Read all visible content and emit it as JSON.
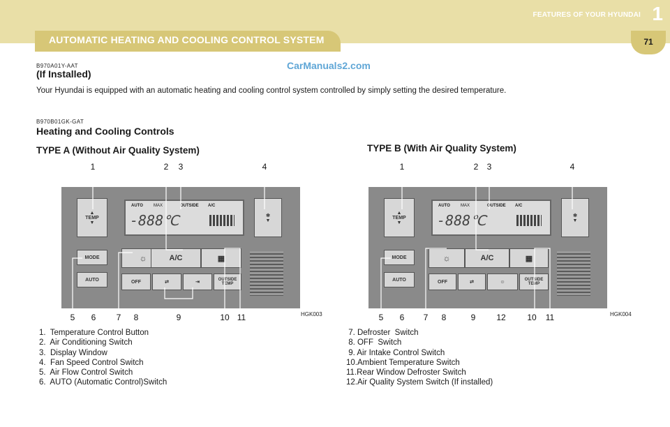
{
  "header": {
    "section_label": "FEATURES OF YOUR HYUNDAI",
    "section_number": "1",
    "page_number": "71",
    "title": "AUTOMATIC HEATING AND COOLING CONTROL SYSTEM"
  },
  "watermark": "CarManuals2.com",
  "intro": {
    "code": "B970A01Y-AAT",
    "heading": "(If Installed)",
    "text": "Your Hyundai is equipped with an automatic heating and cooling control system controlled by simply setting the desired temperature."
  },
  "controls": {
    "code": "B970B01GK-GAT",
    "heading": "Heating and Cooling Controls"
  },
  "type_a": {
    "title": "TYPE A (Without Air Quality System)",
    "figure": "HGK003",
    "top_numbers": [
      "1",
      "2",
      "3",
      "4"
    ],
    "bottom_numbers": [
      "5",
      "6",
      "7",
      "8",
      "9",
      "10",
      "11"
    ]
  },
  "type_b": {
    "title": "TYPE B (With Air Quality System)",
    "figure": "HGK004",
    "top_numbers": [
      "1",
      "2",
      "3",
      "4"
    ],
    "bottom_numbers": [
      "5",
      "6",
      "7",
      "8",
      "9",
      "12",
      "10",
      "11"
    ]
  },
  "panel_labels": {
    "temp": "TEMP",
    "auto": "AUTO",
    "max": "MAX",
    "outside": "OUTSIDE",
    "ac_disp": "A/C",
    "readout": "-888℃",
    "mode": "MODE",
    "ac": "A/C",
    "off": "OFF",
    "outside_temp": "OUTSIDE TEMP"
  },
  "legend_left": [
    "1.  Temperature Control Button",
    "2.  Air Conditioning Switch",
    "3.  Display Window",
    "4.  Fan Speed Control Switch",
    "5.  Air Flow Control Switch",
    "6.  AUTO (Automatic Control)Switch"
  ],
  "legend_right": [
    " 7. Defroster  Switch",
    " 8. OFF  Switch",
    " 9. Air Intake Control Switch",
    "10.Ambient Temperature Switch",
    "11.Rear Window Defroster Switch",
    "12.Air Quality System Switch (If installed)"
  ]
}
